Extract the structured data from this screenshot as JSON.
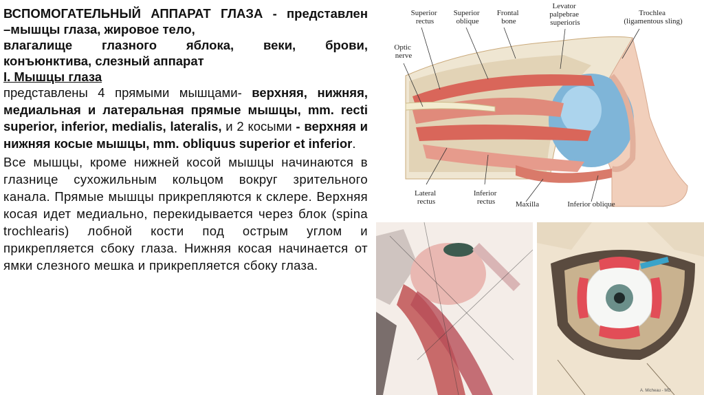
{
  "intro": {
    "title_lines": [
      "ВСПОМОГАТЕЛЬНЫЙ АППАРАТ ГЛАЗА - представлен",
      "–мышцы глаза, жировое тело,",
      "влагалище глазного яблока, веки, брови,",
      "конъюнктива, слезный аппарат"
    ]
  },
  "section": {
    "heading": "I. Мышцы глаза",
    "p1": {
      "a": "представлены 4 прямыми мышцами- ",
      "b": "верхняя, нижняя, медиальная и латеральная прямые мышцы, mm. recti superior, inferior, medialis, lateralis,",
      "c": " и 2 косыми ",
      "d": "- верхняя и нижняя косые мышцы,  mm. obliquus superior et inferior",
      "e": "."
    },
    "p2": "Все мышцы, кроме нижней косой мышцы начинаются в глазнице сухожильным кольцом вокруг зрительного канала. Прямые мышцы прикрепляются к склере. Верхняя косая идет медиально, перекидывается через блок (spina trochlearis) лобной кости под острым углом и прикрепляется сбоку глаза. Нижняя косая начинается от ямки слезного мешка и прикрепляется сбоку глаза."
  },
  "figure_top": {
    "labels": {
      "superior_rectus": [
        "Superior",
        "rectus"
      ],
      "superior_oblique": [
        "Superior",
        "oblique"
      ],
      "frontal_bone": [
        "Frontal",
        "bone"
      ],
      "levator": [
        "Levator",
        "palpebrae",
        "superioris"
      ],
      "trochlea": [
        "Trochlea",
        "(ligamentous sling)"
      ],
      "optic_nerve": [
        "Optic",
        "nerve"
      ],
      "lateral_rectus": [
        "Lateral",
        "rectus"
      ],
      "inferior_rectus": [
        "Inferior",
        "rectus"
      ],
      "maxilla": "Maxilla",
      "inferior_oblique": "Inferior oblique"
    }
  },
  "figure_bottom_right": {
    "credit": "A. Micheau - MD"
  }
}
